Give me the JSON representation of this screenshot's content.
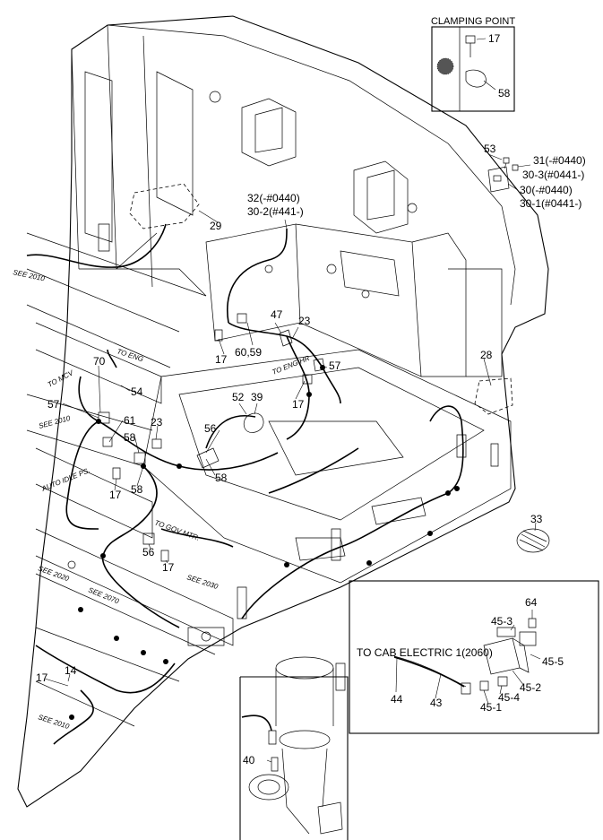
{
  "inset_top": {
    "title": "CLAMPING POINT",
    "part_a": "17",
    "part_b": "58"
  },
  "callouts": {
    "c53": "53",
    "c31": "31(-#0440)",
    "c30_3": "30-3(#0441-)",
    "c30": "30(-#0440)",
    "c30_1": "30-1(#0441-)",
    "c32": "32(-#0440)",
    "c30_2": "30-2(#441-)",
    "c29": "29",
    "c47": "47",
    "c23a": "23",
    "c60_59": "60,59",
    "c17a": "17",
    "c57a": "57",
    "c28": "28",
    "c70": "70",
    "c54": "54",
    "c52": "52",
    "c39": "39",
    "c17b": "17",
    "c57b": "57",
    "c61": "61",
    "c23b": "23",
    "c56a": "56",
    "c58a": "58",
    "c58b": "58",
    "c58c": "58",
    "c17c": "17",
    "c56b": "56",
    "c17d": "17",
    "c33": "33",
    "c17e": "17",
    "c14": "14",
    "c40": "40"
  },
  "diagram_notes": {
    "see_2010_a": "SEE 2010",
    "see_2010_b": "SEE 2010",
    "see_2010_c": "SEE 2010",
    "see_2020": "SEE 2020",
    "see_2070": "SEE 2070",
    "see_2030": "SEE 2030",
    "to_mcv": "TO MCV",
    "to_eng": "TO ENG",
    "to_eng_hr": "TO ENG HR",
    "auto_idle": "AUTO IDLE PS.",
    "to_gov_mtr": "TO GOV MTR."
  },
  "inset_cab": {
    "note": "TO CAB ELECTRIC 1(2060)",
    "c64": "64",
    "c45_3": "45-3",
    "c45_5": "45-5",
    "c45_2": "45-2",
    "c45_4": "45-4",
    "c45_1": "45-1",
    "c44": "44",
    "c43": "43"
  }
}
